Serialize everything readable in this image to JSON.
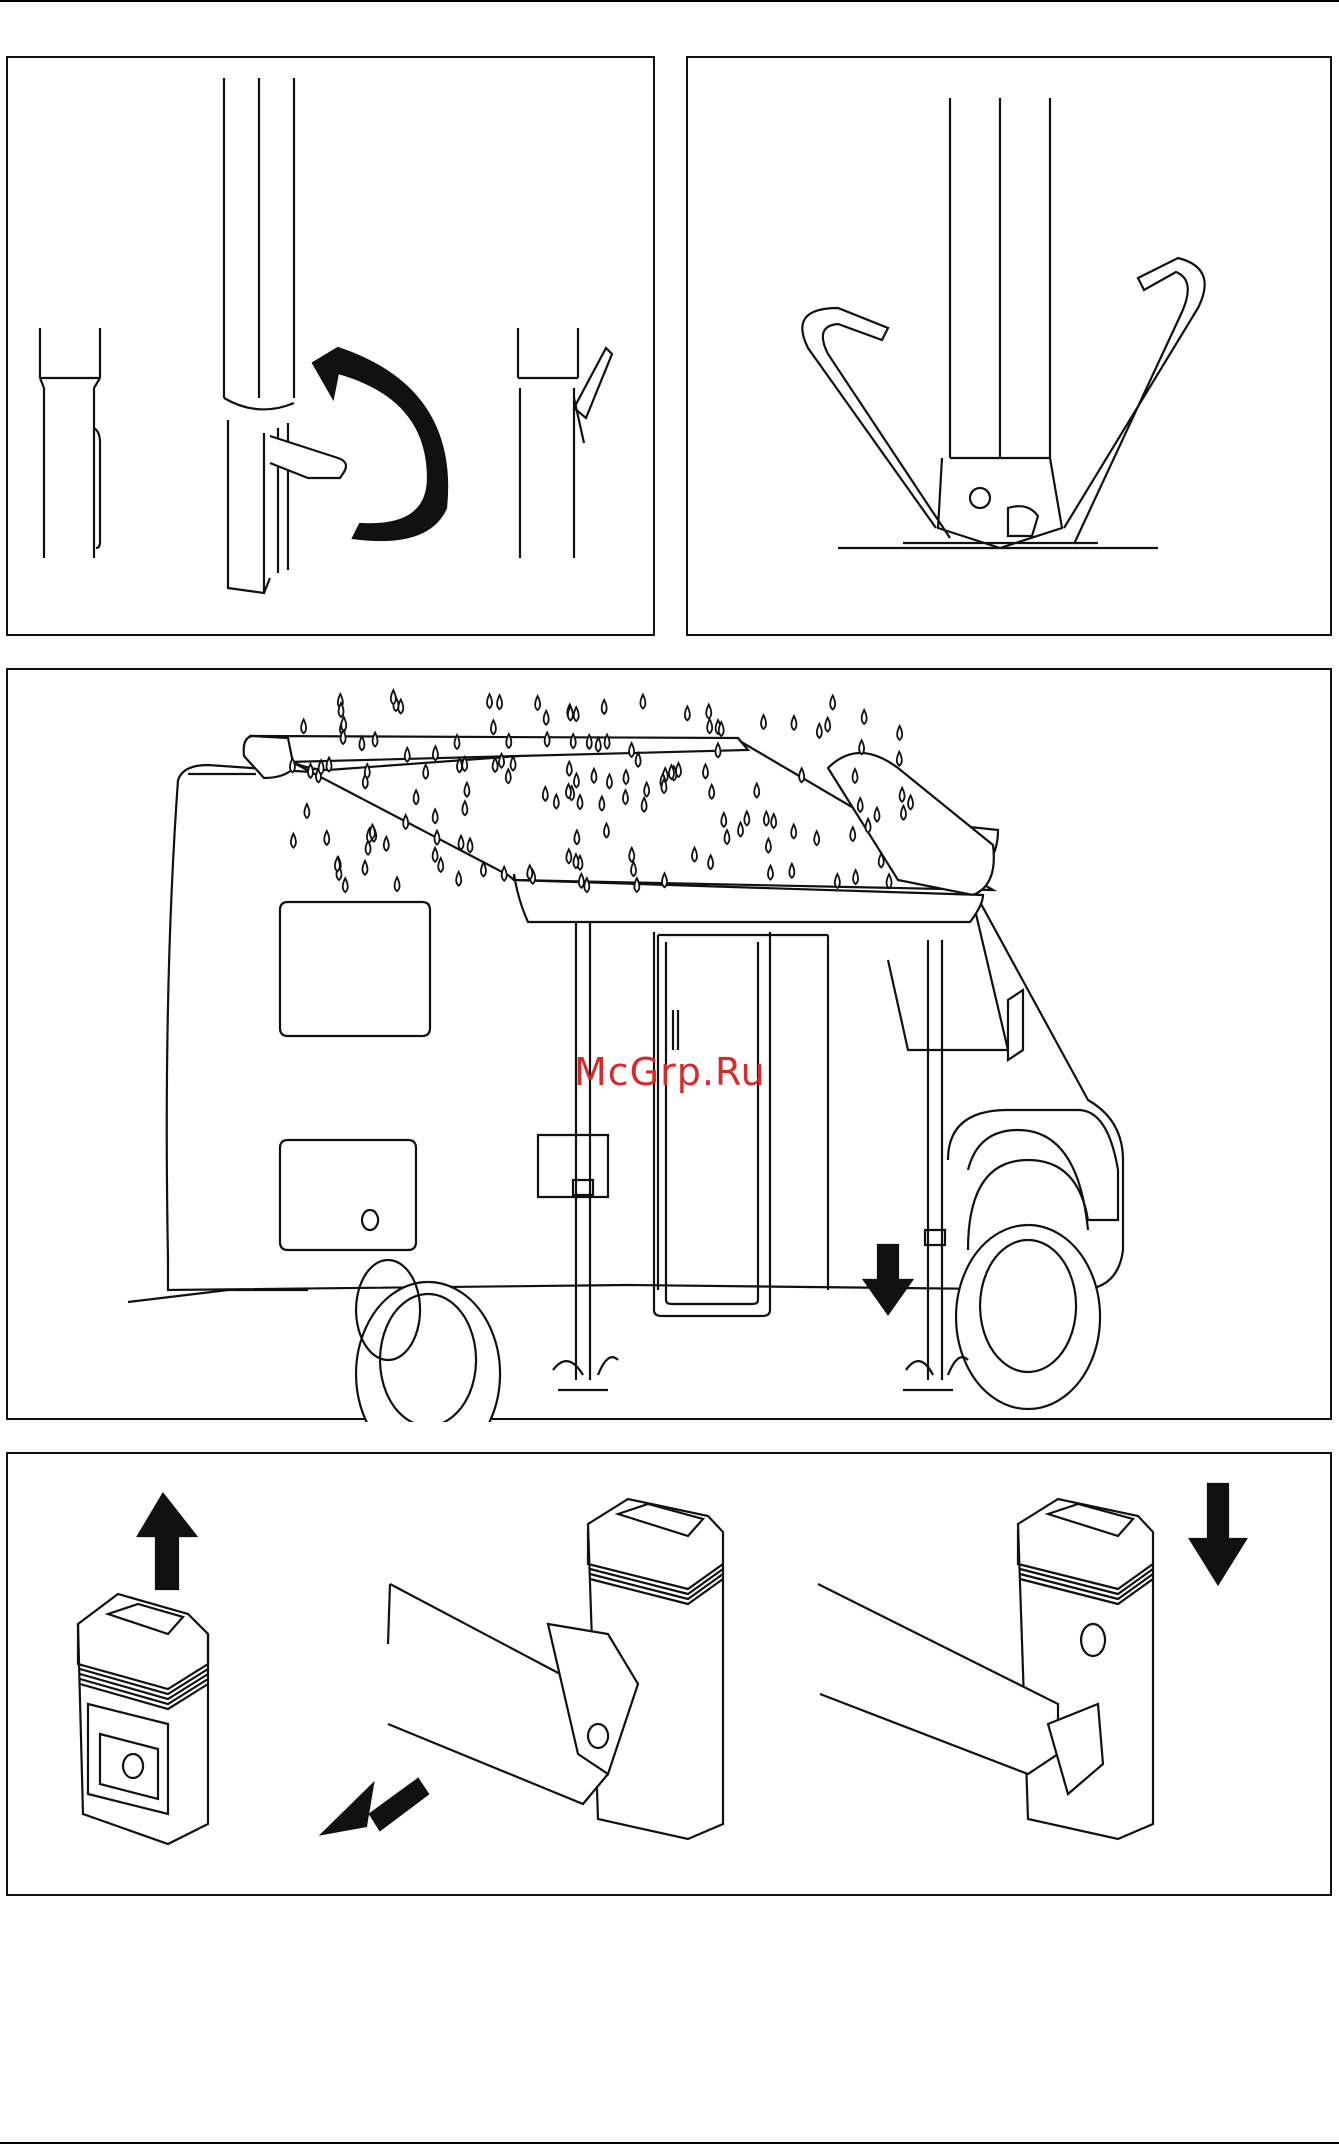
{
  "watermark": {
    "text": "McGrp.Ru",
    "color": "#d62b2b"
  },
  "panels": [
    {
      "id": "pole-lock-sequence",
      "icons": [
        "pole-icon",
        "rotate-arrow-icon"
      ]
    },
    {
      "id": "pole-foot-pegs",
      "icons": [
        "ground-peg-icon"
      ]
    },
    {
      "id": "motorhome-rain-setup",
      "icons": [
        "motorhome-icon",
        "rain-drop-icon",
        "down-arrow-icon"
      ]
    },
    {
      "id": "bracket-mounting-sequence",
      "icons": [
        "up-arrow-icon",
        "push-arrow-icon",
        "down-arrow-icon"
      ]
    }
  ]
}
